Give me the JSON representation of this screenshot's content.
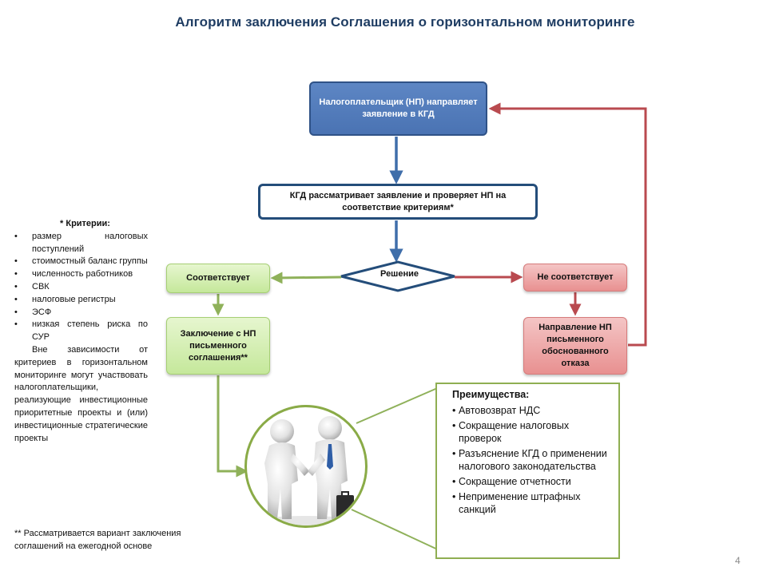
{
  "title": "Алгоритм заключения Соглашения о горизонтальном  мониторинге",
  "flow": {
    "np_box": "Налогоплательщик  (НП) направляет  заявление в КГД",
    "kgd_box": "КГД рассматривает  заявление и проверяет НП на соответствие  критериям*",
    "decision": "Решение",
    "match": "Соответствует",
    "conclusion": "Заключение  с НП письменного соглашения**",
    "no_match": "Не соответствует",
    "refusal": "Направление  НП письменного обоснованного отказа"
  },
  "criteria": {
    "title": "* Критерии:",
    "items": [
      "размер налоговых поступлений",
      "стоимостный баланс группы",
      "численность работников",
      "СВК",
      "налоговые регистры",
      "ЭСФ",
      "низкая степень риска по СУР"
    ],
    "bullet": "•",
    "note": "Вне зависимости от критериев в горизонтальном мониторинге могут участвовать налогоплательщики, реализующие инвестиционные приоритетные проекты и (или) инвестиционные стратегические проекты"
  },
  "footnote": "** Рассматривается вариант заключения соглашений на ежегодной основе",
  "advantages": {
    "title": "Преимущества:",
    "bullet": "•",
    "items": [
      "Автовозврат НДС",
      "Сокращение налоговых проверок",
      "Разъяснение КГД о применении налогового законодательства",
      "Сокращение отчетности",
      "Неприменение штрафных санкций"
    ]
  },
  "page_number": "4",
  "colors": {
    "title": "#1f3d63",
    "blue_arrow": "#3f6eaa",
    "green_arrow": "#8fb15a",
    "red_arrow": "#b94a4f"
  }
}
